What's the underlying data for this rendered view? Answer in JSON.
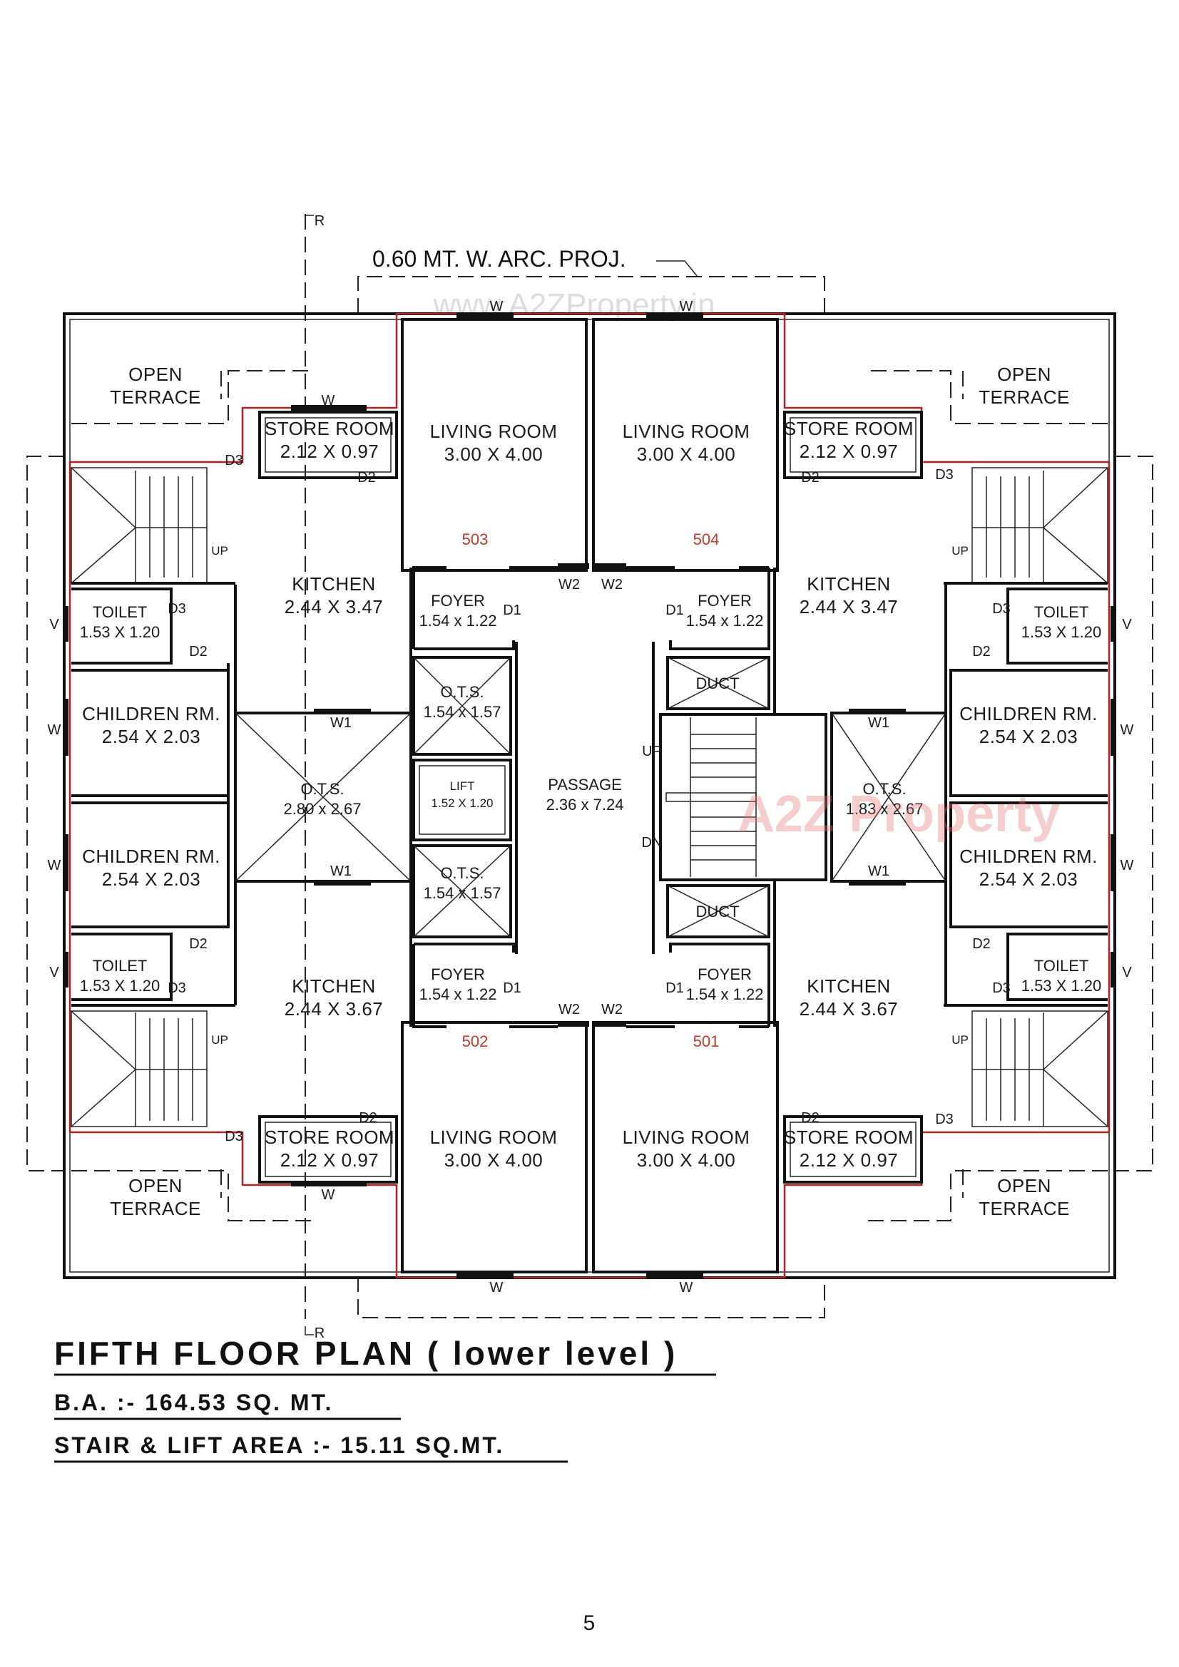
{
  "projection_label": "0.60 MT. W. ARC. PROJ.",
  "watermark_top": "www.A2ZProperty.in",
  "watermark_logo": "A2Z Property",
  "section_marker": "R",
  "rooms": {
    "open_terrace": [
      "OPEN",
      "TERRACE"
    ],
    "store_room": "STORE ROOM",
    "store_room_size": "2.12 X 0.97",
    "living_room": "LIVING ROOM",
    "living_room_size": "3.00 X 4.00",
    "kitchen": "KITCHEN",
    "kitchen_size_top": "2.44 X 3.47",
    "kitchen_size_bottom": "2.44 X 3.67",
    "foyer": "FOYER",
    "foyer_size": "1.54 x 1.22",
    "toilet": "TOILET",
    "toilet_size": "1.53 X 1.20",
    "children_room": "CHILDREN RM.",
    "children_room_size": "2.54 X 2.03",
    "ots": "O.T.S.",
    "ots_left_size": "2.80 x 2.67",
    "ots_right_size": "1.83 x 2.67",
    "ots_small_size": "1.54 x 1.57",
    "lift": "LIFT",
    "lift_size": "1.52 X 1.20",
    "passage": "PASSAGE",
    "passage_size": "2.36 x 7.24",
    "duct": "DUCT"
  },
  "flats": [
    "503",
    "504",
    "502",
    "501"
  ],
  "tags": {
    "w": "W",
    "w1": "W1",
    "w2": "W2",
    "v": "V",
    "d1": "D1",
    "d2": "D2",
    "d3": "D3",
    "up": "UP",
    "dn": "DN"
  },
  "title": "FIFTH FLOOR PLAN ( lower level )",
  "ba_line": "B.A.   :-  164.53 SQ. MT.",
  "stair_line": "STAIR & LIFT AREA :- 15.11 SQ.MT.",
  "page_number": "5",
  "colors": {
    "wall": "#111111",
    "red_line": "#b22222",
    "flat_number": "#c0392b"
  }
}
